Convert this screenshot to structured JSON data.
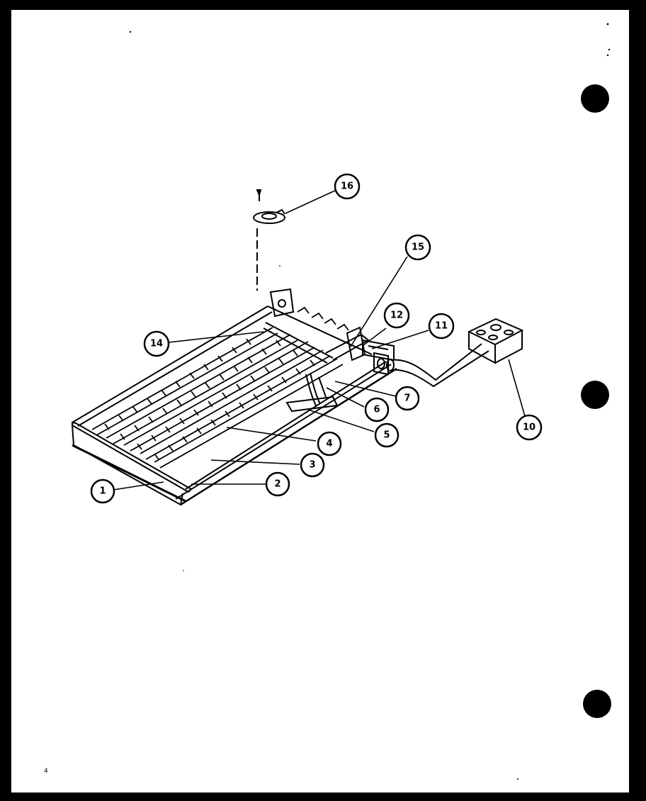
{
  "page": {
    "page_number": "4",
    "background": "#ffffff",
    "border_color": "#000000"
  },
  "callouts": [
    {
      "id": "1",
      "label": "1"
    },
    {
      "id": "2",
      "label": "2"
    },
    {
      "id": "3",
      "label": "3"
    },
    {
      "id": "4",
      "label": "4"
    },
    {
      "id": "5",
      "label": "5"
    },
    {
      "id": "6",
      "label": "6"
    },
    {
      "id": "7",
      "label": "7"
    },
    {
      "id": "10",
      "label": "10"
    },
    {
      "id": "11",
      "label": "11"
    },
    {
      "id": "12",
      "label": "12"
    },
    {
      "id": "14",
      "label": "14"
    },
    {
      "id": "15",
      "label": "15"
    },
    {
      "id": "16",
      "label": "16"
    }
  ]
}
